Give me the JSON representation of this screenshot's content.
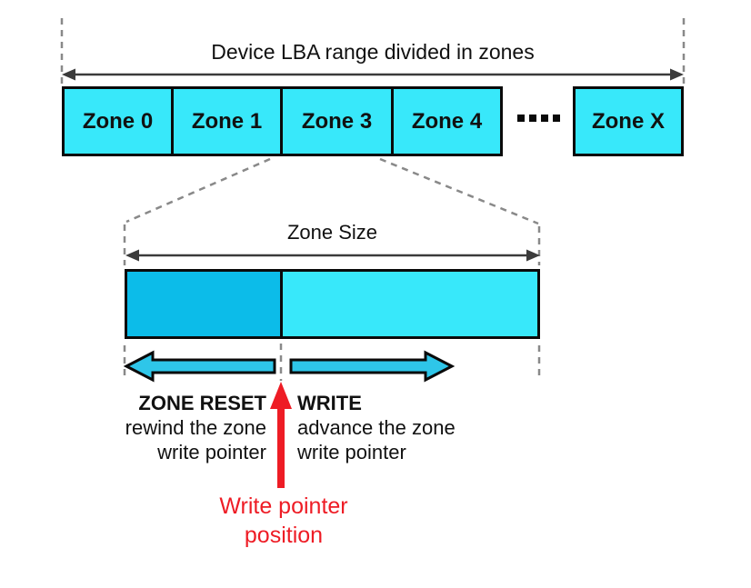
{
  "title": "Device LBA range divided in zones",
  "zones": [
    "Zone 0",
    "Zone 1",
    "Zone 3",
    "Zone 4",
    "Zone X"
  ],
  "icons": {
    "zones_ellipsis": "four-square-dots"
  },
  "detail": {
    "size_label": "Zone Size",
    "zone_reset": {
      "title": "ZONE RESET",
      "desc1": "rewind the zone",
      "desc2": "write pointer"
    },
    "write": {
      "title": "WRITE",
      "desc1": "advance the zone",
      "desc2": "write pointer"
    },
    "write_pointer": {
      "line1": "Write pointer",
      "line2": "position"
    }
  },
  "colors": {
    "zone_fill": "#38e8fa",
    "written_fill": "#0cbce9",
    "op_arrow_fill": "#2ec6e9",
    "pointer_red": "#ee1c25",
    "measure_line": "#3b3b3b",
    "dash_gray": "#898989"
  }
}
